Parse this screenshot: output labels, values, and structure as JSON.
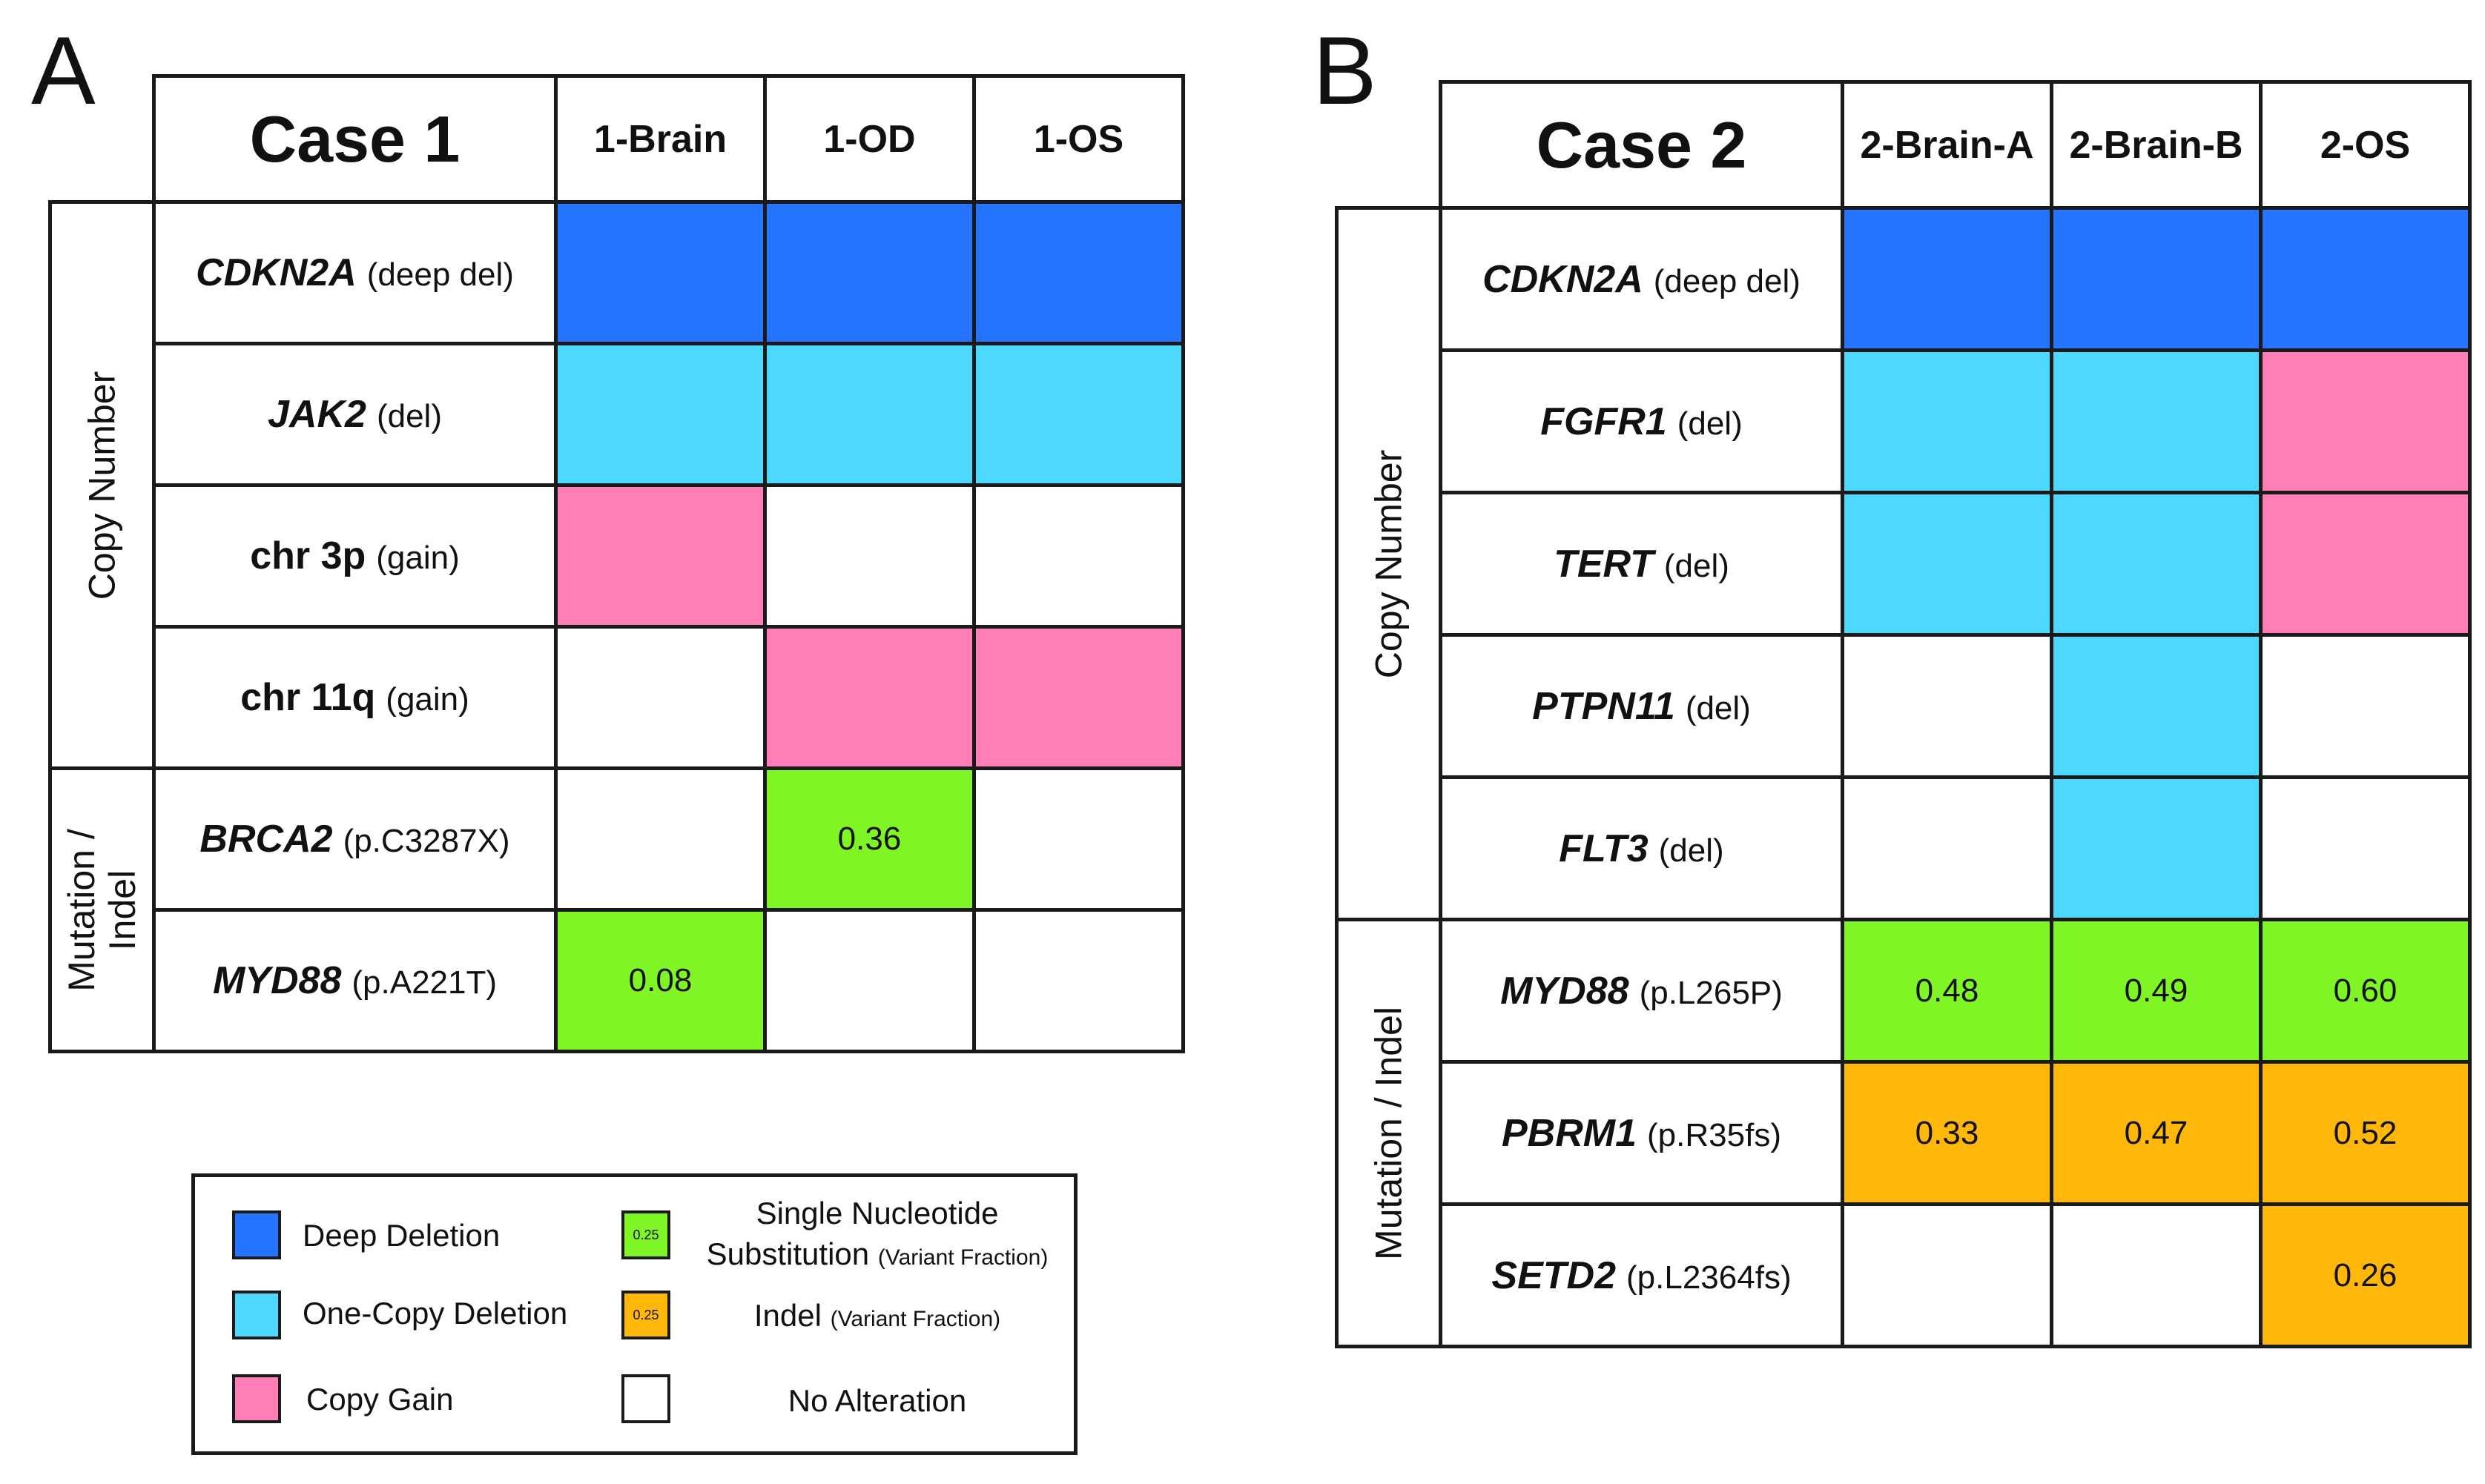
{
  "colors": {
    "deep_deletion": "#2574ff",
    "one_copy_deletion": "#4dd9ff",
    "copy_gain": "#ff7eb8",
    "snv": "#80f525",
    "indel": "#ffb80a",
    "none": "#ffffff"
  },
  "panelA": {
    "letter": "A",
    "title": "Case 1",
    "samples": [
      "1-Brain",
      "1-OD",
      "1-OS"
    ],
    "groups": [
      {
        "label_lines": [
          "Copy Number"
        ]
      },
      {
        "label_lines": [
          "Mutation /",
          "Indel"
        ]
      }
    ],
    "rows": [
      {
        "gene": "CDKN2A",
        "detail": "(deep del)",
        "cells": [
          {
            "type": "deep_deletion",
            "value": ""
          },
          {
            "type": "deep_deletion",
            "value": ""
          },
          {
            "type": "deep_deletion",
            "value": ""
          }
        ]
      },
      {
        "gene": "JAK2",
        "detail": "(del)",
        "cells": [
          {
            "type": "one_copy_deletion",
            "value": ""
          },
          {
            "type": "one_copy_deletion",
            "value": ""
          },
          {
            "type": "one_copy_deletion",
            "value": ""
          }
        ]
      },
      {
        "gene": "chr 3p",
        "detail": "(gain)",
        "cells": [
          {
            "type": "copy_gain",
            "value": ""
          },
          {
            "type": "none",
            "value": ""
          },
          {
            "type": "none",
            "value": ""
          }
        ]
      },
      {
        "gene": "chr 11q",
        "detail": "(gain)",
        "cells": [
          {
            "type": "none",
            "value": ""
          },
          {
            "type": "copy_gain",
            "value": ""
          },
          {
            "type": "copy_gain",
            "value": ""
          }
        ]
      },
      {
        "gene": "BRCA2",
        "detail": "(p.C3287X)",
        "cells": [
          {
            "type": "none",
            "value": ""
          },
          {
            "type": "snv",
            "value": "0.36"
          },
          {
            "type": "none",
            "value": ""
          }
        ]
      },
      {
        "gene": "MYD88",
        "detail": "(p.A221T)",
        "cells": [
          {
            "type": "snv",
            "value": "0.08"
          },
          {
            "type": "none",
            "value": ""
          },
          {
            "type": "none",
            "value": ""
          }
        ]
      }
    ]
  },
  "panelB": {
    "letter": "B",
    "title": "Case 2",
    "samples": [
      "2-Brain-A",
      "2-Brain-B",
      "2-OS"
    ],
    "groups": [
      {
        "label_lines": [
          "Copy Number"
        ]
      },
      {
        "label_lines": [
          "Mutation / Indel"
        ]
      }
    ],
    "rows": [
      {
        "gene": "CDKN2A",
        "detail": "(deep del)",
        "cells": [
          {
            "type": "deep_deletion",
            "value": ""
          },
          {
            "type": "deep_deletion",
            "value": ""
          },
          {
            "type": "deep_deletion",
            "value": ""
          }
        ]
      },
      {
        "gene": "FGFR1",
        "detail": "(del)",
        "cells": [
          {
            "type": "one_copy_deletion",
            "value": ""
          },
          {
            "type": "one_copy_deletion",
            "value": ""
          },
          {
            "type": "copy_gain",
            "value": ""
          }
        ]
      },
      {
        "gene": "TERT",
        "detail": "(del)",
        "cells": [
          {
            "type": "one_copy_deletion",
            "value": ""
          },
          {
            "type": "one_copy_deletion",
            "value": ""
          },
          {
            "type": "copy_gain",
            "value": ""
          }
        ]
      },
      {
        "gene": "PTPN11",
        "detail": "(del)",
        "cells": [
          {
            "type": "none",
            "value": ""
          },
          {
            "type": "one_copy_deletion",
            "value": ""
          },
          {
            "type": "none",
            "value": ""
          }
        ]
      },
      {
        "gene": "FLT3",
        "detail": "(del)",
        "cells": [
          {
            "type": "none",
            "value": ""
          },
          {
            "type": "one_copy_deletion",
            "value": ""
          },
          {
            "type": "none",
            "value": ""
          }
        ]
      },
      {
        "gene": "MYD88",
        "detail": "(p.L265P)",
        "cells": [
          {
            "type": "snv",
            "value": "0.48"
          },
          {
            "type": "snv",
            "value": "0.49"
          },
          {
            "type": "snv",
            "value": "0.60"
          }
        ]
      },
      {
        "gene": "PBRM1",
        "detail": "(p.R35fs)",
        "cells": [
          {
            "type": "indel",
            "value": "0.33"
          },
          {
            "type": "indel",
            "value": "0.47"
          },
          {
            "type": "indel",
            "value": "0.52"
          }
        ]
      },
      {
        "gene": "SETD2",
        "detail": "(p.L2364fs)",
        "cells": [
          {
            "type": "none",
            "value": ""
          },
          {
            "type": "none",
            "value": ""
          },
          {
            "type": "indel",
            "value": "0.26"
          }
        ]
      }
    ]
  },
  "legend": {
    "deep_deletion": "Deep Deletion",
    "one_copy_deletion": "One-Copy Deletion",
    "copy_gain": "Copy Gain",
    "snv_line1": "Single Nucleotide",
    "snv_line2": "Substitution",
    "snv_note": "(Variant Fraction)",
    "snv_swatch_value": "0.25",
    "indel": "Indel",
    "indel_note": "(Variant Fraction)",
    "indel_swatch_value": "0.25",
    "no_alteration": "No Alteration"
  }
}
